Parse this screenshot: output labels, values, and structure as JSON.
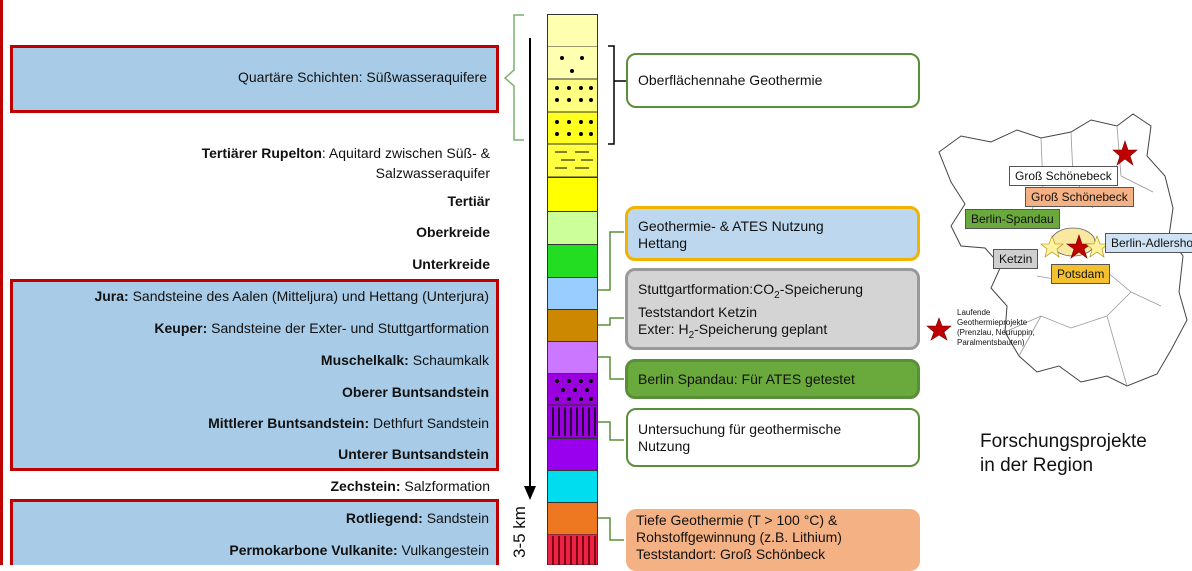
{
  "left_panel": {
    "box1": {
      "text": "Quartäre Schichten: Süßwasseraquifere"
    },
    "rupelton": {
      "bold": "Tertiärer Rupelton",
      "rest": ": Aquitard zwischen Süß- &",
      "line2": "Salzwasseraquifer"
    },
    "tertiaer": "Tertiär",
    "oberkreide": "Oberkreide",
    "unterkreide": "Unterkreide",
    "box2": {
      "jura_bold": "Jura:",
      "jura_rest": " Sandsteine des Aalen (Mitteljura) und Hettang (Unterjura)",
      "keuper_bold": "Keuper:",
      "keuper_rest": " Sandsteine der Exter- und Stuttgartformation",
      "muschel_bold": "Muschelkalk:",
      "muschel_rest": " Schaumkalk",
      "oberer": "Oberer Buntsandstein",
      "mittlerer_bold": "Mittlerer Buntsandstein:",
      "mittlerer_rest": " Dethfurt Sandstein",
      "unterer": "Unterer Buntsandstein"
    },
    "zechstein": {
      "bold": "Zechstein:",
      "rest": " Salzformation"
    },
    "box3": {
      "rotliegend_bold": "Rotliegend:",
      "rotliegend_rest": " Sandstein",
      "permo_bold": "Permokarbone Vulkanite:",
      "permo_rest": " Vulkangestein"
    }
  },
  "depth_label": "3-5 km",
  "callouts": {
    "c1": "Oberflächennahe Geothermie",
    "c2_line1": "Geothermie- & ATES Nutzung",
    "c2_line2": "Hettang",
    "c3_line1": "Stuttgartformation:CO",
    "c3_sub": "2",
    "c3_line1_end": "-Speicherung",
    "c3_line2": "Teststandort Ketzin",
    "c3_line3a": "Exter: H",
    "c3_sub2": "2",
    "c3_line3b": "-Speicherung geplant",
    "c4": "Berlin Spandau:  Für ATES getestet",
    "c5_line1": "Untersuchung für geothermische",
    "c5_line2": "Nutzung",
    "c6_line1": "Tiefe Geothermie (T > 100 °C) &",
    "c6_line2": "Rohstoffgewinnung (z.B. Lithium)",
    "c6_line3": "Teststandort: Groß Schönbeck"
  },
  "map": {
    "tags": {
      "gross1": "Groß Schönebeck",
      "gross2": "Groß Schönebeck",
      "spandau": "Berlin-Spandau",
      "adlershof": "Berlin-Adlershof",
      "ketzin": "Ketzin",
      "potsdam": "Potsdam"
    },
    "legend_title": "Laufende",
    "legend_lines": [
      "Geothermieprojekte",
      "(Prenzlau, Neuruppin,",
      "Paralmentsbauten)"
    ]
  },
  "caption_line1": "Forschungsprojekte",
  "caption_line2": "in der Region",
  "colors": {
    "box_blue": "#a8cce8",
    "box_red_border": "#c00000",
    "callout_green_border": "#5a8f3a",
    "orange_border": "#f0b400",
    "spandau_green": "#6aaa3c",
    "salmon": "#f4b183",
    "grey": "#cfcfcf"
  }
}
